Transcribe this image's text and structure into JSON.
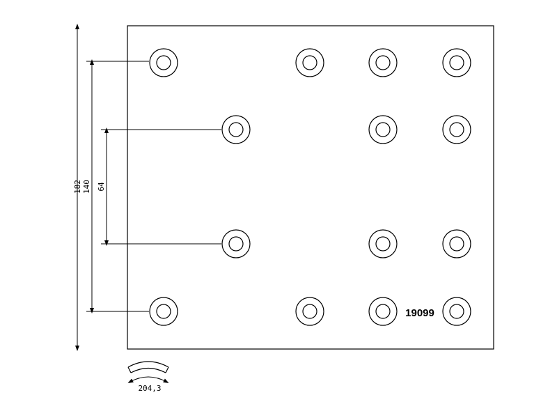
{
  "part_number": "19099",
  "dimensions": {
    "height": "182",
    "outer_hole_spacing": "140",
    "inner_hole_spacing": "64",
    "arc_length": "204,3"
  },
  "holes_count": 14,
  "colors": {
    "line": "#000000",
    "background": "#ffffff"
  }
}
